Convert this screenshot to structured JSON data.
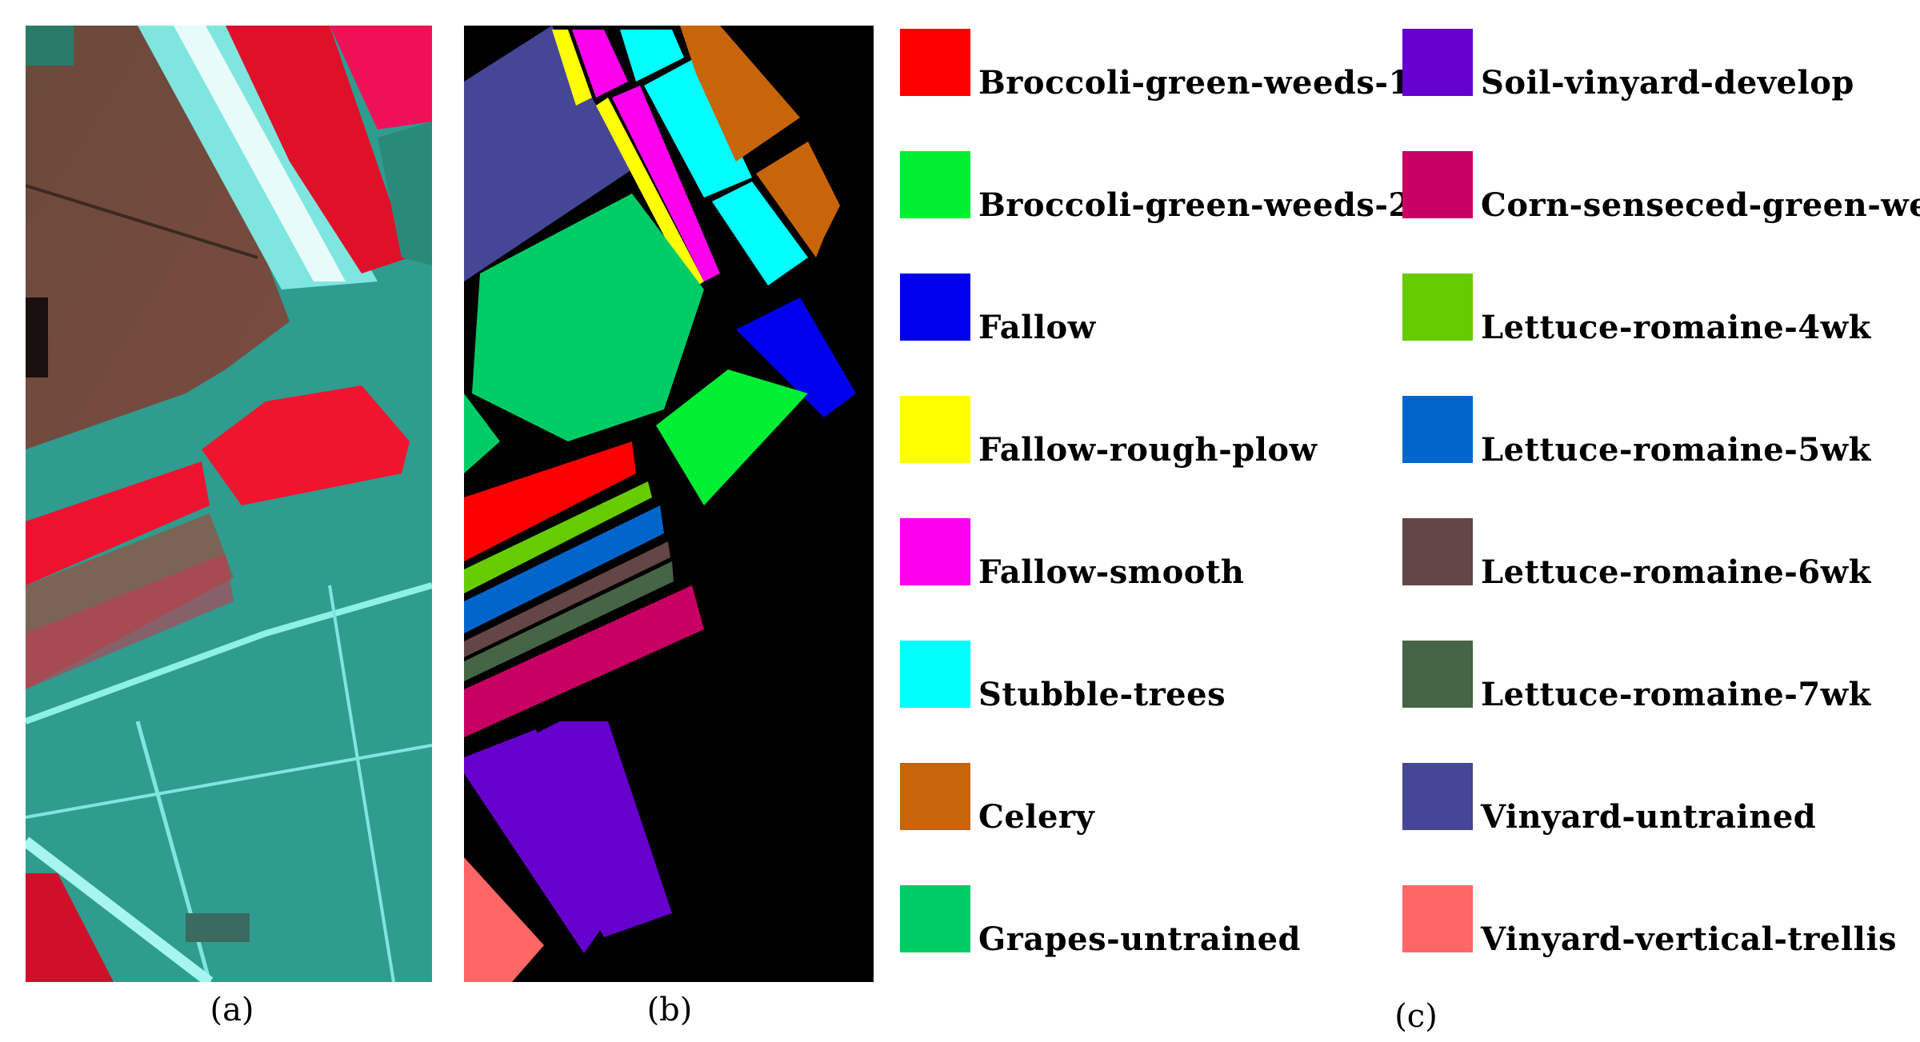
{
  "panels": {
    "a": {
      "caption": "(a)"
    },
    "b": {
      "caption": "(b)"
    },
    "c": {
      "caption": "(c)"
    }
  },
  "legend": {
    "columns": [
      [
        {
          "label": "Broccoli-green-weeds-1",
          "color": "#ff0000"
        },
        {
          "label": "Broccoli-green-weeds-2",
          "color": "#00ee33"
        },
        {
          "label": "Fallow",
          "color": "#0000ee"
        },
        {
          "label": "Fallow-rough-plow",
          "color": "#ffff00"
        },
        {
          "label": "Fallow-smooth",
          "color": "#ff00ee"
        },
        {
          "label": "Stubble-trees",
          "color": "#00ffff"
        },
        {
          "label": "Celery",
          "color": "#c8640a"
        },
        {
          "label": "Grapes-untrained",
          "color": "#00cc66"
        }
      ],
      [
        {
          "label": "Soil-vinyard-develop",
          "color": "#6600cc"
        },
        {
          "label": "Corn-senseced-green-weeds",
          "color": "#c80064"
        },
        {
          "label": "Lettuce-romaine-4wk",
          "color": "#66cc00"
        },
        {
          "label": "Lettuce-romaine-5wk",
          "color": "#0066cc"
        },
        {
          "label": "Lettuce-romaine-6wk",
          "color": "#644646"
        },
        {
          "label": "Lettuce-romaine-7wk",
          "color": "#466446"
        },
        {
          "label": "Vinyard-untrained",
          "color": "#464696"
        },
        {
          "label": "Vinyard-vertical-trellis",
          "color": "#ff6666"
        }
      ]
    ]
  }
}
